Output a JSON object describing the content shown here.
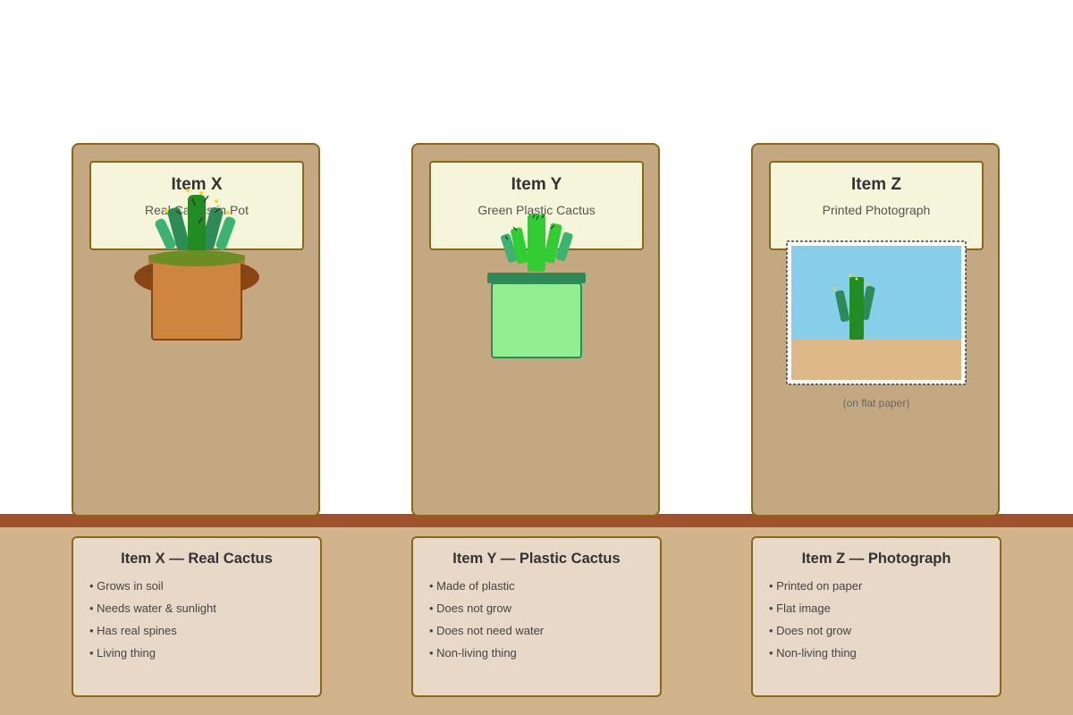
{
  "items": [
    {
      "title": "Item X",
      "subtitle": "Real Cactus in Pot",
      "description": {
        "heading": "Item X — Real Cactus",
        "bullets": [
          "Grows in soil",
          "Needs water & sunlight",
          "Has real spines",
          "Living thing"
        ]
      }
    },
    {
      "title": "Item Y",
      "subtitle": "Green Plastic Cactus",
      "description": {
        "heading": "Item Y — Plastic Cactus",
        "bullets": [
          "Made of plastic",
          "Does not grow",
          "Does not need water",
          "Non-living thing"
        ]
      }
    },
    {
      "title": "Item Z",
      "subtitle": "Printed Photograph",
      "caption": "(on flat paper)",
      "description": {
        "heading": "Item Z — Photograph",
        "bullets": [
          "Printed on paper",
          "Flat image",
          "Does not grow",
          "Non-living thing"
        ]
      }
    }
  ],
  "colors": {
    "shelf": "#a0522d",
    "floor": "#d2b48c",
    "panel": "#c4a882",
    "label_card": "#f5f5dc",
    "description_card": "#e8d8c8",
    "border": "#8b6914"
  },
  "icons": [
    "real-cactus-icon",
    "plastic-cactus-icon",
    "cactus-photograph-icon"
  ]
}
